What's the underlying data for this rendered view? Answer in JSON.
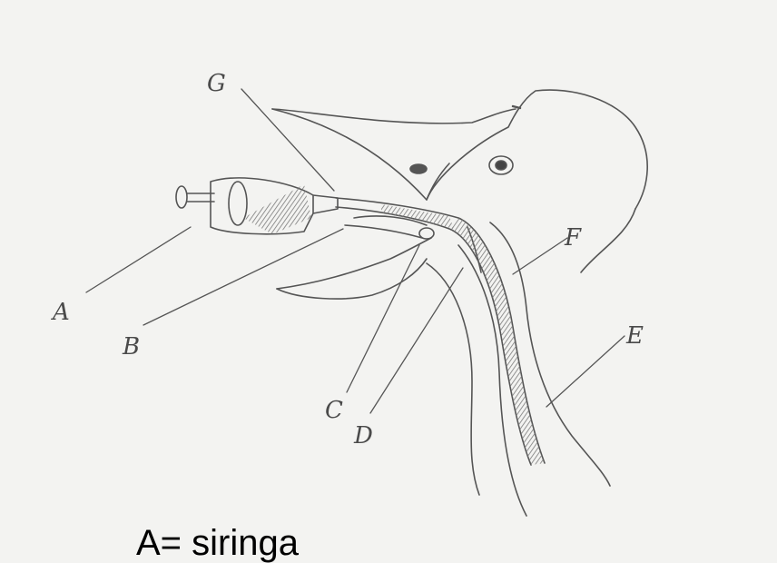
{
  "labels": {
    "a": "A",
    "b": "B",
    "c": "C",
    "d": "D",
    "e": "E",
    "f": "F",
    "g": "G"
  },
  "caption": "A= siringa",
  "colors": {
    "paper": "#f3f3f1",
    "pencil": "#555555",
    "shading": "#8a8a8a"
  }
}
